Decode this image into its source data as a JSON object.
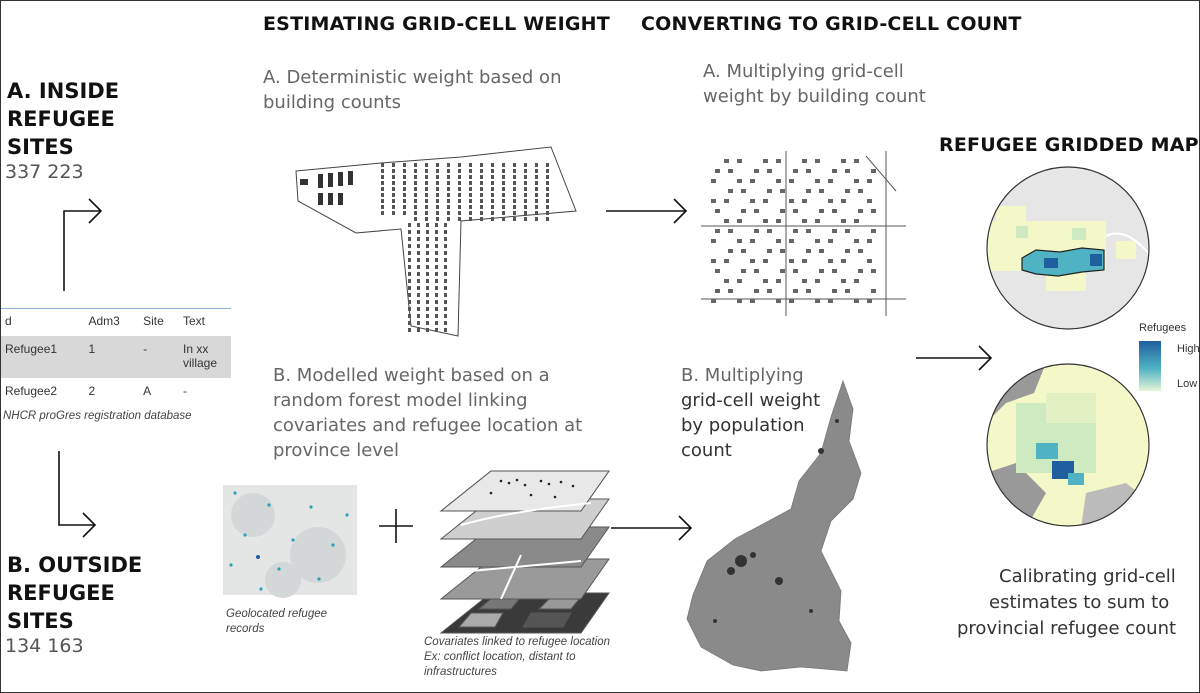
{
  "headers": {
    "estimating": "ESTIMATING GRID-CELL WEIGHT",
    "converting": "CONVERTING TO GRID-CELL COUNT",
    "map": "REFUGEE GRIDDED MAP"
  },
  "left": {
    "inside_lines": [
      "A. INSIDE",
      "REFUGEE",
      "SITES"
    ],
    "inside_count": "337 223",
    "outside_lines": [
      "B. OUTSIDE",
      "REFUGEE",
      "SITES"
    ],
    "outside_count": "134 163"
  },
  "registration": {
    "columns": [
      "d",
      "Adm3",
      "Site",
      "Text"
    ],
    "rows": [
      [
        "Refugee1",
        "1",
        "-",
        "In xx village"
      ],
      [
        "Refugee2",
        "2",
        "A",
        "-"
      ]
    ],
    "caption": "NHCR proGres registration database"
  },
  "estimating": {
    "a_lines": [
      "A. Deterministic weight based on",
      "building counts"
    ],
    "b_lines": [
      "B. Modelled weight based on a",
      "random forest model linking",
      "covariates and refugee location at",
      "province level"
    ],
    "geo_caption": [
      "Geolocated refugee",
      "records"
    ],
    "cov_caption": [
      "Covariates linked to refugee location",
      "Ex: conflict location, distant to",
      "infrastructures"
    ]
  },
  "converting": {
    "a_lines": [
      "A. Multiplying grid-cell",
      "weight by building count"
    ],
    "b_lines": [
      "B. Multiplying",
      "grid-cell weight",
      "by population",
      "count"
    ]
  },
  "map": {
    "legend_title": "Refugees",
    "legend_high": "High",
    "legend_low": "Low",
    "calibrating_lines": [
      "Calibrating grid-cell",
      "estimates to sum to",
      "provincial refugee count"
    ]
  },
  "colors": {
    "legend_high": "#1f5f9e",
    "legend_mid": "#4fb3c4",
    "legend_low": "#e6f5d6",
    "map_bg": "#e6e6e6",
    "map_yellow": "#f4f7c8"
  }
}
